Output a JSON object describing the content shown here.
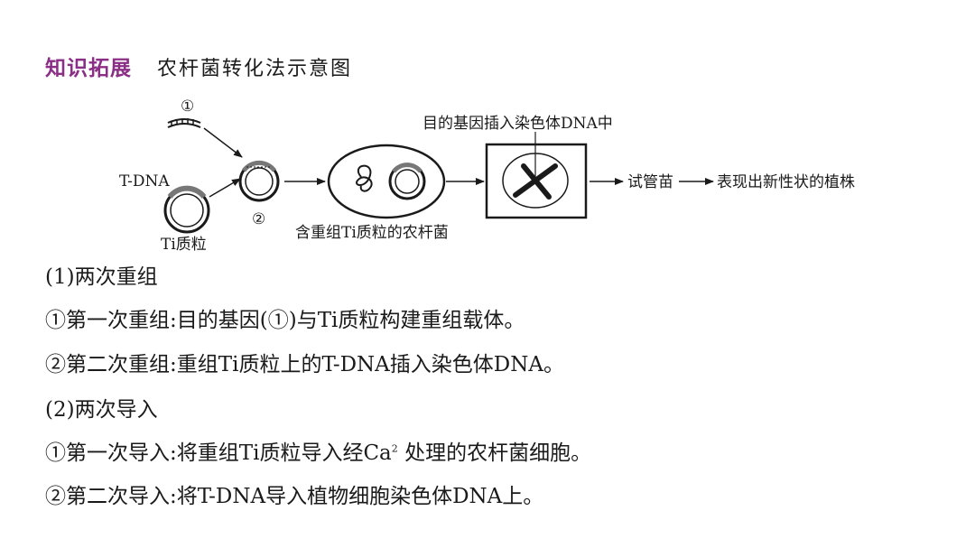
{
  "header": {
    "tag": "知识拓展",
    "heading": "农杆菌转化法示意图"
  },
  "diagram": {
    "label_circle_1": "①",
    "label_circle_2": "②",
    "tdna": "T-DNA",
    "ti_plasmid": "Ti质粒",
    "bacterium_caption": "含重组Ti质粒的农杆菌",
    "insert_caption": "目的基因插入染色体DNA中",
    "seedling": "试管苗",
    "plant": "表现出新性状的植株"
  },
  "lines": {
    "p1_title": "(1)两次重组",
    "p1_a": "①第一次重组:目的基因(①)与Ti质粒构建重组载体。",
    "p1_b": "②第二次重组:重组Ti质粒上的T-DNA插入染色体DNA。",
    "p2_title": "(2)两次导入",
    "p2_a_pre": "①第一次导入:将重组Ti质粒导入经Ca",
    "p2_a_sup": "2",
    "p2_a_post": " 处理的农杆菌细胞。",
    "p2_b": "②第二次导入:将T-DNA导入植物细胞染色体DNA上。"
  }
}
